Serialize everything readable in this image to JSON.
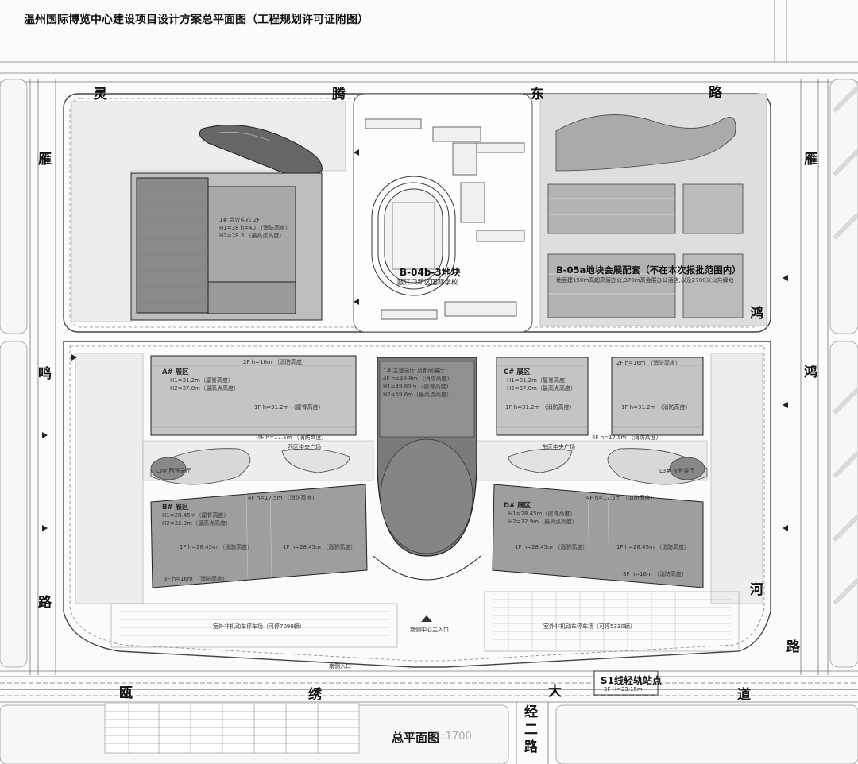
{
  "title": "温州国际博览中心建设项目设计方案总平面图（工程规划许可证附图）",
  "roads": {
    "lingteng_east": [
      "灵",
      "腾",
      "东",
      "路"
    ],
    "left_west": [
      "雁",
      "鸣",
      "路"
    ],
    "right_east": [
      "雁",
      "鸿",
      "鸿",
      "河",
      "路"
    ],
    "bottom": [
      "瓯",
      "绣",
      "大",
      "道"
    ],
    "jing_er": [
      "经",
      "二",
      "路"
    ]
  },
  "plots": {
    "b04b3": {
      "name": "B-04b-3地块",
      "sub": "瓯江口新区国际学校"
    },
    "b05a": {
      "name": "B-05a地块会展配套（不在本次报批范围内）",
      "sub": "地面建150m高超高层办公,370m高会展办公酒店,以及2700米公共绿地"
    }
  },
  "halls": {
    "a": {
      "name": "A# 展区",
      "h1": "H1=31.2m（屋脊高度）",
      "h2": "H2=37.0m（最高点高度）",
      "floor": "1F  h=31.2m （屋脊高度）",
      "top": "2F  h=16m （消防高度）",
      "bottom": "4F  h=17.5m  （消防高度）"
    },
    "b": {
      "name": "B# 展区",
      "h1": "H1=28.45m（屋脊高度）",
      "h2": "H2=32.9m（最高点高度）",
      "f1": "1F  h=28.45m （消防高度）",
      "f2": "1F  h=28.45m （消防高度）",
      "top": "4F  h=17.5m （消防高度）",
      "bottom": "3F  h=16m （消防高度）"
    },
    "c": {
      "name": "C# 展区",
      "h1": "H1=31.2m（屋脊高度）",
      "h2": "H2=37.0m（最高点高度）",
      "f1": "1F  h=31.2m （消防高度）",
      "f2": "1F  h=31.2m （消防高度）",
      "top": "2F  h=16m （消防高度）",
      "bottom": "4F  h=17.5m （消防高度）"
    },
    "d": {
      "name": "D# 展区",
      "h1": "H1=28.45m（屋脊高度）",
      "h2": "H2=32.9m（最高点高度）",
      "f1": "1F  h=28.45m （消防高度）",
      "f2": "1F  h=28.45m （消防高度）",
      "top": "4F  h=17.5m （消防高度）",
      "bottom": "3F  h=16m （消防高度）"
    },
    "main": {
      "l1": "1# 主登录厅 及新闻展厅",
      "l2": "4F  h=49.8m （消防高度）",
      "l3": "H1=49.80m （屋脊高度）",
      "l4": "H2=59.6m（最高点高度）"
    },
    "conference": {
      "l1": "1# 会议中心 2F",
      "l2": "H1=38 h=40 （消防高度）",
      "l3": "H2=28.3 （最高点高度）"
    }
  },
  "labels": {
    "west_plaza": "西区中央广场",
    "east_plaza": "东区中央广场",
    "west_lobby": "L3# 西登录厅",
    "east_lobby": "L3# 东登录厅",
    "west_parking": "室外非机动车停车场（可停7099辆）",
    "east_parking": "室外非机动车停车场（可停5330辆）",
    "station": "S1线轻轨站点",
    "station_sub": "2F  H=23.15m",
    "south_center_entry": "南侧中心主入口",
    "mall_access": "南侧入口",
    "footer_title": "总平面图",
    "footer_scale": "1:1700"
  }
}
